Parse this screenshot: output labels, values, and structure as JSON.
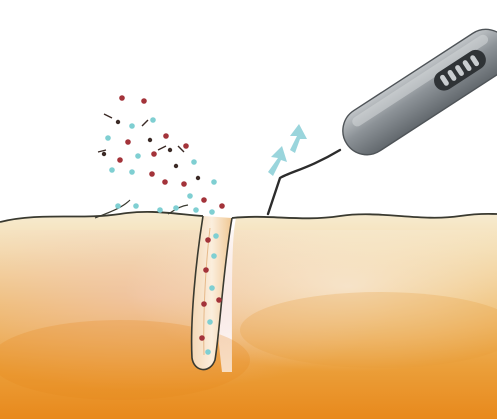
{
  "diagram": {
    "elements": [
      "skin-surface",
      "skin-layers",
      "hair-follicle",
      "debris-particles",
      "upward-arrows",
      "ionic-probe-device"
    ]
  },
  "colors": {
    "background": "#ffffff",
    "skin_top": "#f6e6c4",
    "skin_mid": "#efb35a",
    "skin_bottom": "#e6891c",
    "outline": "#3a3a30",
    "device_body": "#7b8186",
    "device_highlight": "#b7bcbf",
    "arrow": "#8fd0d8",
    "particle_red": "#a3333a",
    "particle_cyan": "#7fcfd2",
    "particle_dark": "#3b2a26"
  }
}
